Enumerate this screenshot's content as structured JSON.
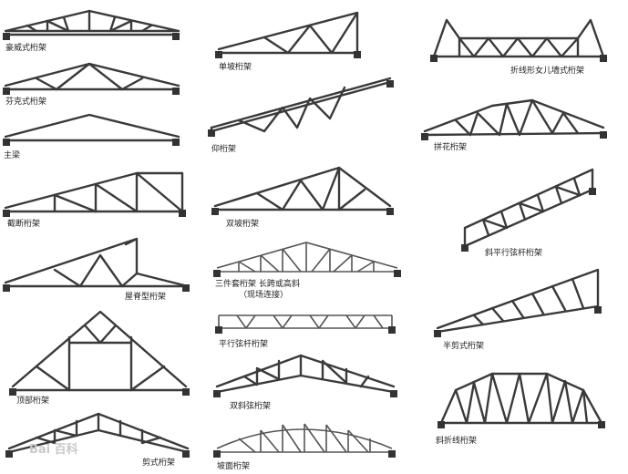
{
  "diagram": {
    "labels": [
      {
        "id": "howe",
        "text": "豪威式桁架"
      },
      {
        "id": "fink",
        "text": "芬克式桁架"
      },
      {
        "id": "main",
        "text": "主梁"
      },
      {
        "id": "cut",
        "text": "截断桁架"
      },
      {
        "id": "ridge",
        "text": "屋脊型桁架"
      },
      {
        "id": "attic",
        "text": "顶部桁架"
      },
      {
        "id": "scissor",
        "text": "剪式桁架"
      },
      {
        "id": "monopitch",
        "text": "单坡桁架"
      },
      {
        "id": "cantilever",
        "text": "仰桁架"
      },
      {
        "id": "dualpitch",
        "text": "双坡桁架"
      },
      {
        "id": "threepiece1",
        "text": "三件套桁架 长跨或高斜"
      },
      {
        "id": "threepiece2",
        "text": "（现场连接）"
      },
      {
        "id": "parallel",
        "text": "平行弦杆桁架"
      },
      {
        "id": "dualslope",
        "text": "双斜弦桁架"
      },
      {
        "id": "bowstring",
        "text": "坡面桁架"
      },
      {
        "id": "mansard",
        "text": "折线形女儿墙式桁架"
      },
      {
        "id": "spliced",
        "text": "拼花桁架"
      },
      {
        "id": "slopedparallel",
        "text": "斜平行弦杆桁架"
      },
      {
        "id": "halfscissor",
        "text": "半剪式桁架"
      },
      {
        "id": "polygonal",
        "text": "斜折线桁架"
      }
    ],
    "watermark": "Bai 百科",
    "line_color": "#3a3a3a"
  }
}
